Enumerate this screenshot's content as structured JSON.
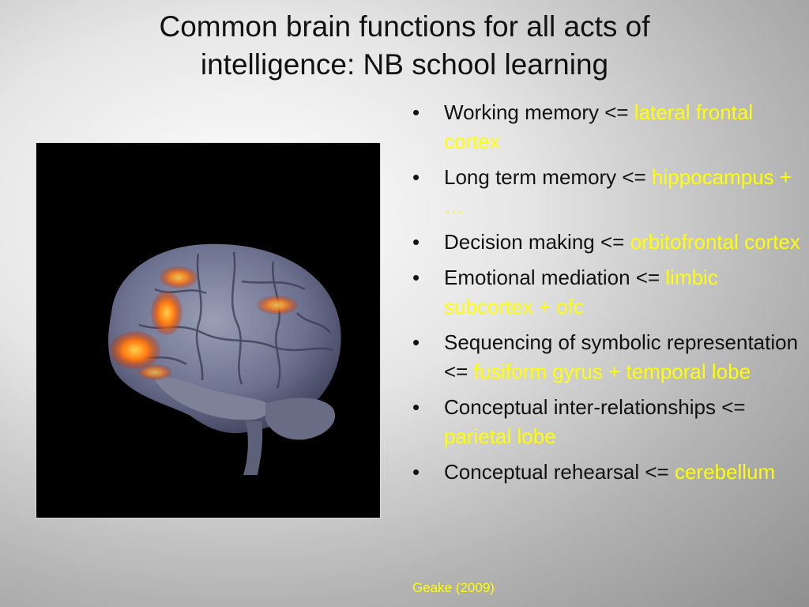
{
  "slide": {
    "title_line1": "Common brain functions for all acts of",
    "title_line2": "intelligence: NB school learning",
    "bullets": [
      {
        "text": "Working memory <= ",
        "highlight": "lateral frontal cortex"
      },
      {
        "text": "Long term memory <= ",
        "highlight": "hippocampus + …"
      },
      {
        "text": "Decision making <= ",
        "highlight": "orbitofrontal cortex"
      },
      {
        "text": "Emotional mediation <= ",
        "highlight": "limbic subcortex + ofc"
      },
      {
        "text": "Sequencing of symbolic representation <= ",
        "highlight": "fusiform gyrus + temporal lobe"
      },
      {
        "text": "Conceptual inter-relationships <= ",
        "highlight": "parietal lobe"
      },
      {
        "text": "Conceptual rehearsal <= ",
        "highlight": "cerebellum"
      }
    ],
    "bullet_glyph": "•",
    "citation": "Geake (2009)",
    "colors": {
      "highlight": "#ffff00",
      "text": "#111111",
      "image_bg": "#000000"
    }
  }
}
